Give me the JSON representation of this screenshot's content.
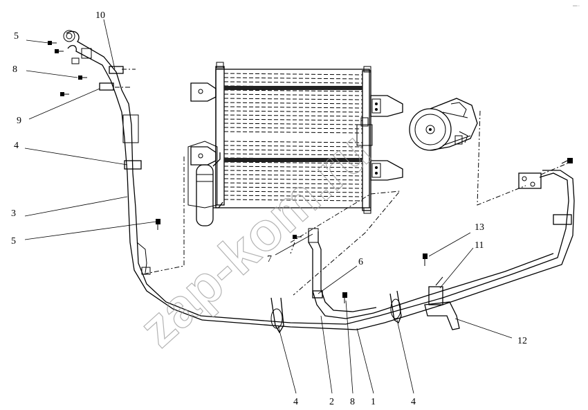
{
  "corner_mark": "—··",
  "watermark": "zap-kom.ru",
  "callouts": [
    {
      "id": "c10a",
      "text": "10"
    },
    {
      "id": "c5a",
      "text": "5"
    },
    {
      "id": "c8a",
      "text": "8"
    },
    {
      "id": "c9",
      "text": "9"
    },
    {
      "id": "c4a",
      "text": "4"
    },
    {
      "id": "c3",
      "text": "3"
    },
    {
      "id": "c5b",
      "text": "5"
    },
    {
      "id": "c7",
      "text": "7"
    },
    {
      "id": "c6",
      "text": "6"
    },
    {
      "id": "c13",
      "text": "13"
    },
    {
      "id": "c11",
      "text": "11"
    },
    {
      "id": "c12",
      "text": "12"
    },
    {
      "id": "c4b",
      "text": "4"
    },
    {
      "id": "c2",
      "text": "2"
    },
    {
      "id": "c8b",
      "text": "8"
    },
    {
      "id": "c1",
      "text": "1"
    },
    {
      "id": "c4c",
      "text": "4"
    }
  ]
}
